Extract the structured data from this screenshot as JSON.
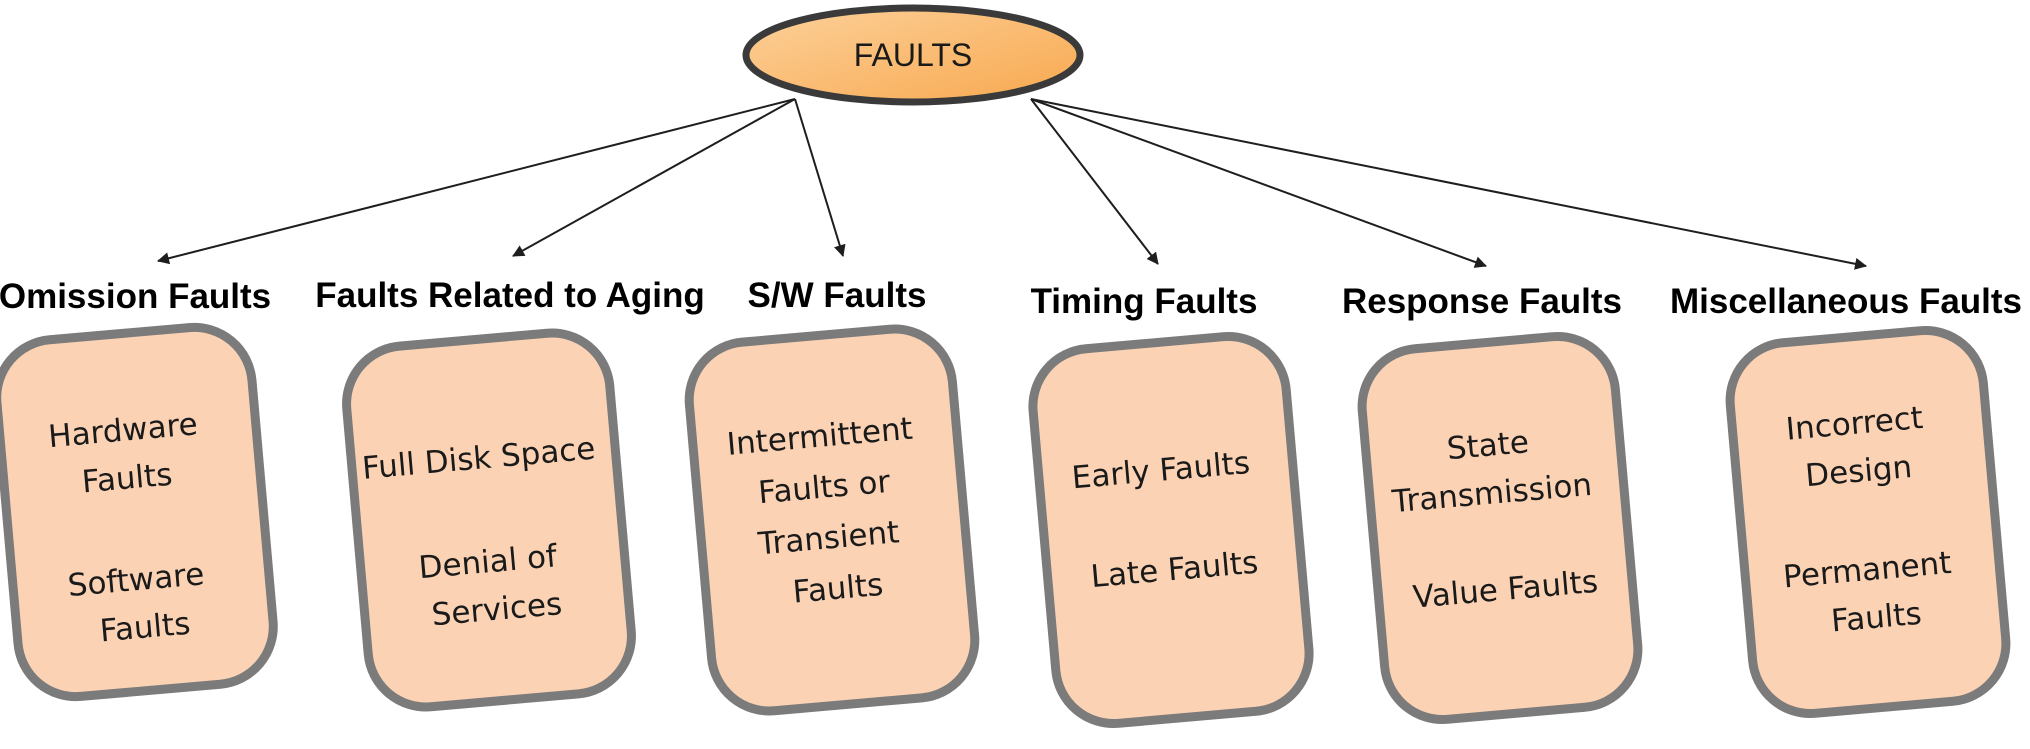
{
  "root": {
    "label": "FAULTS",
    "fill_top": "#fcd19a",
    "fill_bottom": "#f8a84f",
    "stroke": "#3a3a3a"
  },
  "colors": {
    "box_fill": "#fbd3b4",
    "box_stroke": "#7b7b7b",
    "arrow": "#1e1e1e"
  },
  "categories": [
    {
      "title": "Omission Faults",
      "items": [
        [
          "Hardware",
          "Faults"
        ],
        [
          "Software",
          "Faults"
        ]
      ]
    },
    {
      "title": "Faults Related to Aging",
      "items": [
        [
          "Full Disk Space"
        ],
        [
          "Denial of",
          "Services"
        ]
      ]
    },
    {
      "title": "S/W Faults",
      "items": [
        [
          "Intermittent",
          "Faults or",
          "Transient",
          "Faults"
        ]
      ]
    },
    {
      "title": "Timing Faults",
      "items": [
        [
          "Early Faults"
        ],
        [
          "Late Faults"
        ]
      ]
    },
    {
      "title": "Response Faults",
      "items": [
        [
          "State",
          "Transmission"
        ],
        [
          "Value Faults"
        ]
      ]
    },
    {
      "title": "Miscellaneous Faults",
      "items": [
        [
          "Incorrect",
          "Design"
        ],
        [
          "Permanent",
          "Faults"
        ]
      ]
    }
  ]
}
